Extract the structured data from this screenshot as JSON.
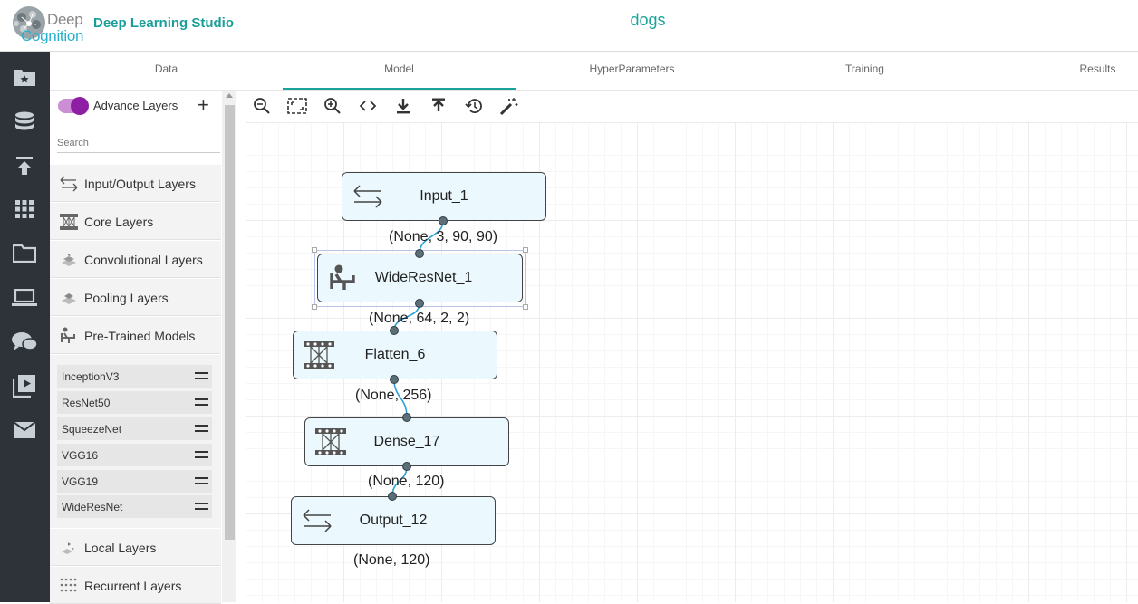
{
  "header": {
    "logo_line1": "Deep",
    "logo_line2": "Cognition",
    "app_title": "Deep Learning Studio",
    "project_name": "dogs"
  },
  "rail": {
    "icons": [
      "projects-icon",
      "datasets-icon",
      "upload-icon",
      "apps-icon",
      "folder-icon",
      "deploy-icon",
      "forum-icon",
      "videos-icon",
      "mail-icon"
    ]
  },
  "tabs": [
    {
      "label": "Data"
    },
    {
      "label": "Model"
    },
    {
      "label": "HyperParameters"
    },
    {
      "label": "Training"
    },
    {
      "label": "Results"
    }
  ],
  "active_tab": "Model",
  "panel": {
    "advance_label": "Advance Layers",
    "advance_enabled": true,
    "search_placeholder": "Search",
    "categories": [
      {
        "label": "Input/Output Layers"
      },
      {
        "label": "Core Layers"
      },
      {
        "label": "Convolutional Layers"
      },
      {
        "label": "Pooling Layers"
      },
      {
        "label": "Pre-Trained Models"
      }
    ],
    "models": [
      "InceptionV3",
      "ResNet50",
      "SqueezeNet",
      "VGG16",
      "VGG19",
      "WideResNet"
    ],
    "categories_after": [
      {
        "label": "Local Layers"
      },
      {
        "label": "Recurrent Layers"
      }
    ]
  },
  "toolbar": [
    "zoom-out-icon",
    "fit-view-icon",
    "zoom-in-icon",
    "code-icon",
    "download-icon",
    "upload-icon",
    "history-icon",
    "magic-wand-icon"
  ],
  "graph": {
    "nodes": [
      {
        "label": "Input_1",
        "shape": "(None, 3, 90, 90)"
      },
      {
        "label": "WideResNet_1",
        "shape": "(None, 64, 2, 2)"
      },
      {
        "label": "Flatten_6",
        "shape": "(None, 256)"
      },
      {
        "label": "Dense_17",
        "shape": "(None, 120)"
      },
      {
        "label": "Output_12",
        "shape": "(None, 120)"
      }
    ]
  },
  "colors": {
    "accent": "#1aa39a",
    "rail": "#2d3338",
    "node_fill": "#ebf8fd",
    "toggle": "#8e1fa4",
    "link": "#2aa0d8"
  }
}
